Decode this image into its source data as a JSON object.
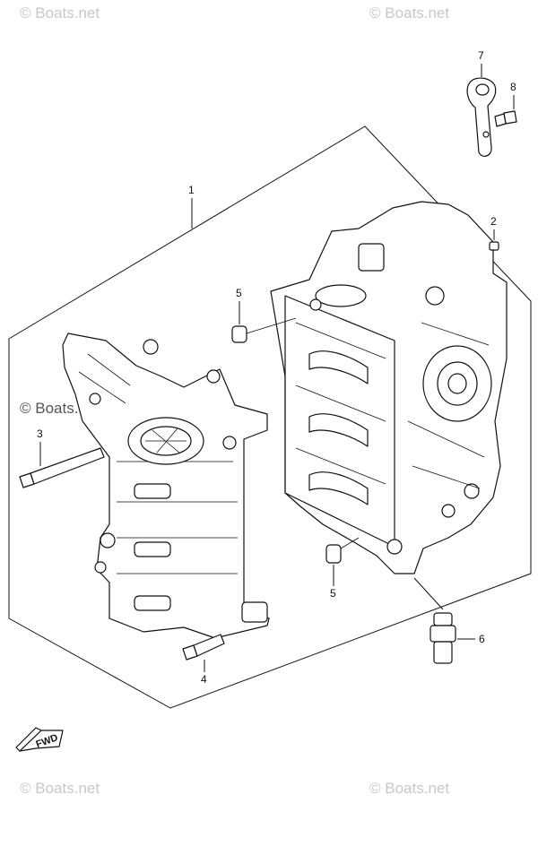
{
  "watermarks": {
    "top_left": "© Boats.net",
    "top_right": "© Boats.net",
    "middle_left": "© Boats.net",
    "bottom_left": "© Boats.net",
    "bottom_right": "© Boats.net"
  },
  "callouts": {
    "c1": "1",
    "c2": "2",
    "c3": "3",
    "c4": "4",
    "c5a": "5",
    "c5b": "5",
    "c6": "6",
    "c7": "7",
    "c8": "8"
  },
  "fwd_label": "FWD"
}
